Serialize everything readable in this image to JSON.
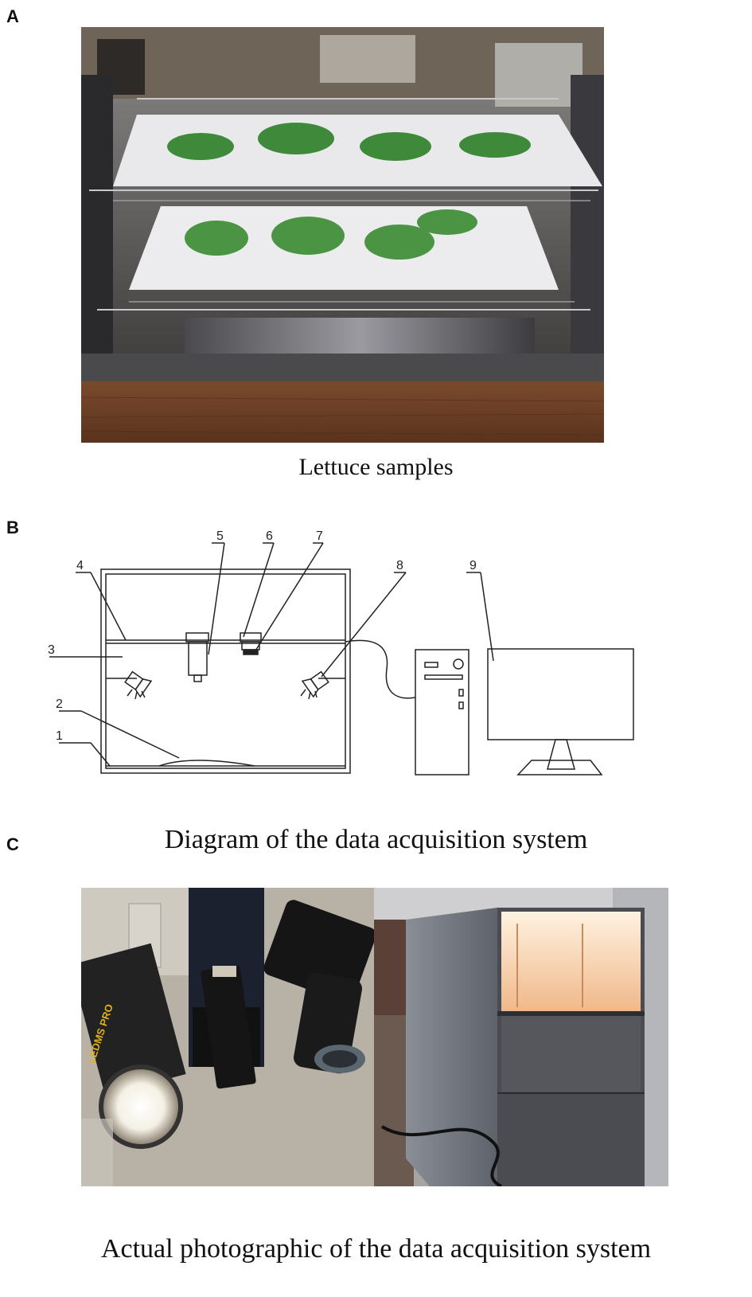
{
  "panels": {
    "a": {
      "letter": "A",
      "caption": "Lettuce samples"
    },
    "b": {
      "letter": "B",
      "caption": "Diagram of the data acquisition system",
      "labels": [
        "1",
        "2",
        "3",
        "4",
        "5",
        "6",
        "7",
        "8",
        "9"
      ]
    },
    "c": {
      "letter": "C",
      "caption": "Actual photographic of the data acquisition system"
    }
  },
  "photo_c_left": {
    "lamp_brand": "LEDMS PRO"
  }
}
